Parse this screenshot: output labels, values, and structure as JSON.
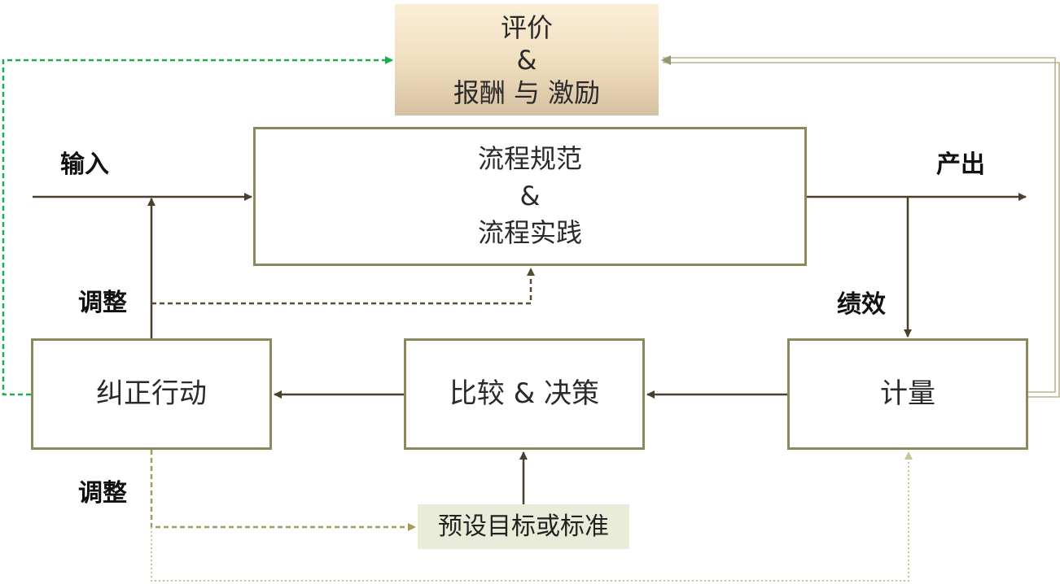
{
  "boxes": {
    "reward": {
      "line1": "评价",
      "line2": "&",
      "line3": "报酬 与 激励"
    },
    "process": {
      "line1": "流程规范",
      "line2": "&",
      "line3": "流程实践"
    },
    "corrective_action": "纠正行动",
    "compare_decide": "比较 & 决策",
    "measure": "计量",
    "target": "预设目标或标准"
  },
  "labels": {
    "input": "输入",
    "output": "产出",
    "adjust_upper": "调整",
    "adjust_lower": "调整",
    "performance": "绩效"
  },
  "colors": {
    "solid_arrow": "#4a3f2c",
    "box_border": "#8c8a5c",
    "green_dashed": "#1aae4e",
    "brown_dashed": "#5a4a2f",
    "khaki_dashed": "#a39a5e",
    "light_dotted": "#c9c39a",
    "double_line": "#b8b48a"
  }
}
